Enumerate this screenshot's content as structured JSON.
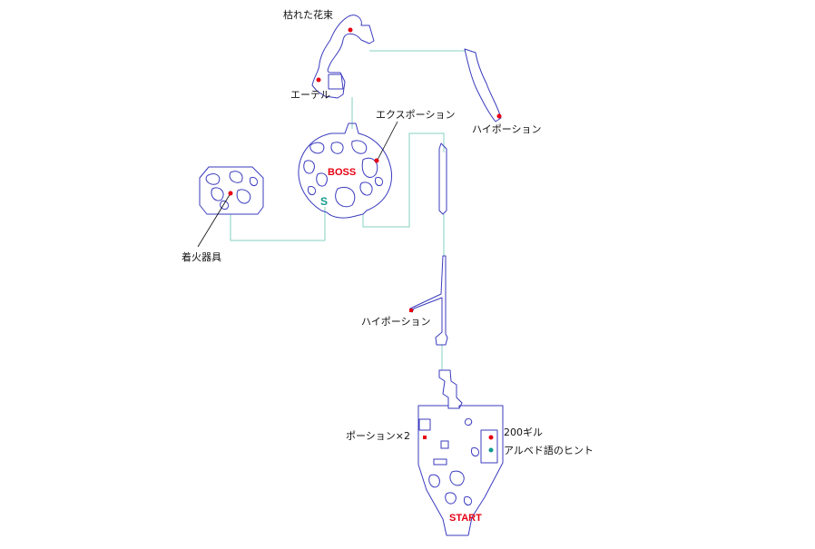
{
  "colors": {
    "outline": "#3b3bbf",
    "corridor": "#86d2c0",
    "item_marker": "#e60012",
    "hint_marker": "#139b8f",
    "label_text": "#111111"
  },
  "markers": {
    "boss": "BOSS",
    "start": "START",
    "save": "S"
  },
  "items": [
    {
      "id": "withered-bouquet",
      "label": "枯れた花束",
      "type": "item"
    },
    {
      "id": "ether",
      "label": "エーテル",
      "type": "item"
    },
    {
      "id": "x-potion",
      "label": "エクスポーション",
      "type": "item"
    },
    {
      "id": "hi-potion-east",
      "label": "ハイポーション",
      "type": "item"
    },
    {
      "id": "firing-device",
      "label": "着火器具",
      "type": "item"
    },
    {
      "id": "hi-potion-mid",
      "label": "ハイポーション",
      "type": "item"
    },
    {
      "id": "potion-x2",
      "label": "ポーション×2",
      "type": "item"
    },
    {
      "id": "gil-200",
      "label": "200ギル",
      "type": "item"
    },
    {
      "id": "al-bhed-hint",
      "label": "アルベド語のヒント",
      "type": "hint"
    }
  ]
}
